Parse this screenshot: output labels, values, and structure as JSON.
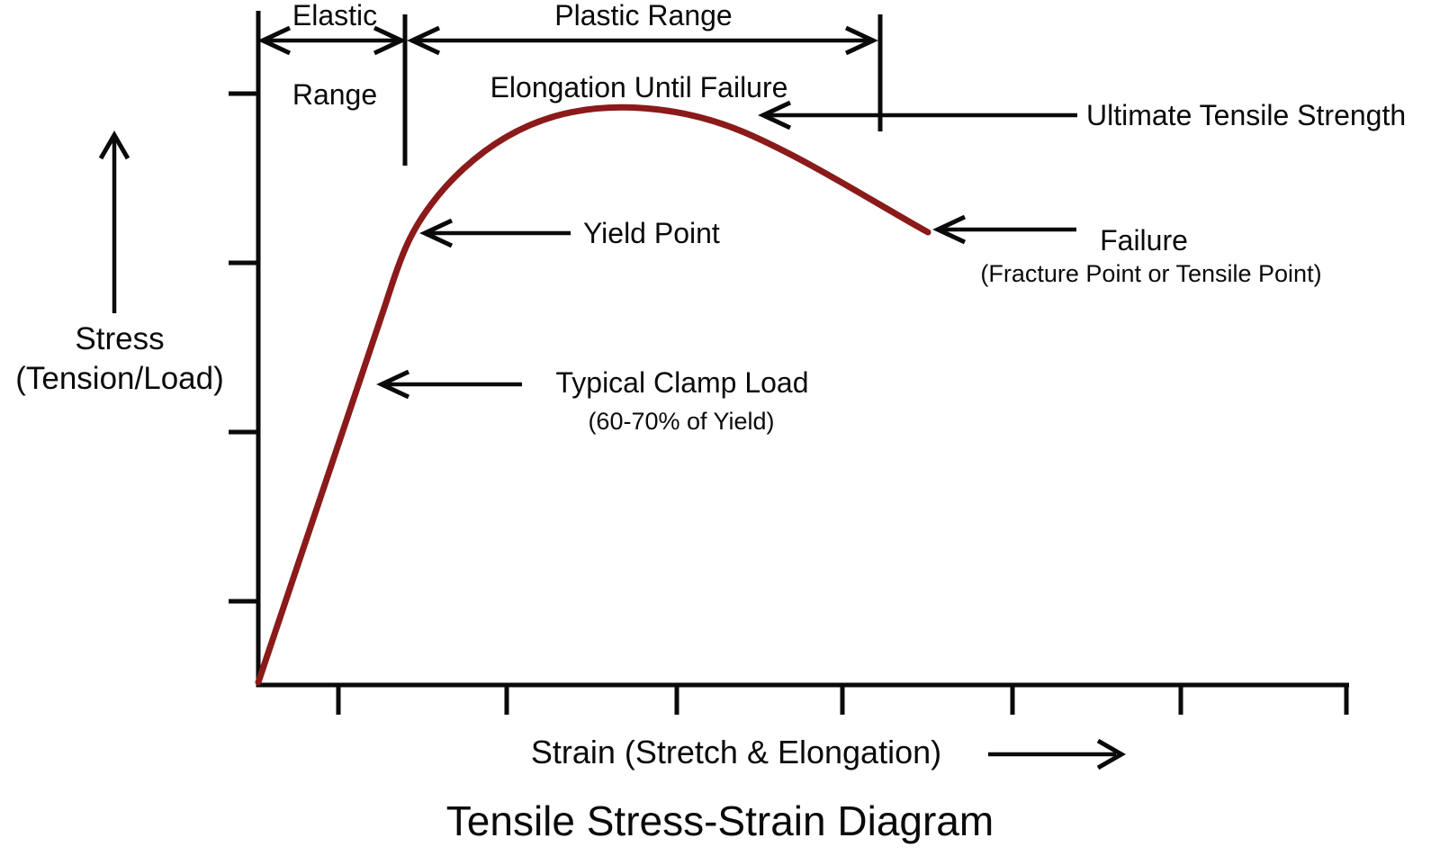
{
  "title": "Tensile Stress-Strain Diagram",
  "colors": {
    "curve": "#8B1A1A",
    "ink": "#0A0A0A",
    "background": "#FFFFFF"
  },
  "y_axis": {
    "label_line1": "Stress",
    "label_line2": "(Tension/Load)"
  },
  "x_axis": {
    "label": "Strain (Stretch & Elongation)"
  },
  "regions": {
    "elastic_label_line1": "Elastic",
    "elastic_label_line2": "Range",
    "plastic_label": "Plastic Range",
    "plastic_sublabel": "Elongation Until Failure"
  },
  "annotations": {
    "ultimate_tensile_strength": "Ultimate Tensile Strength",
    "yield_point": "Yield Point",
    "typical_clamp_load": "Typical Clamp Load",
    "typical_clamp_load_note": "(60-70% of Yield)",
    "failure": "Failure",
    "failure_note": "(Fracture Point or Tensile Point)"
  }
}
